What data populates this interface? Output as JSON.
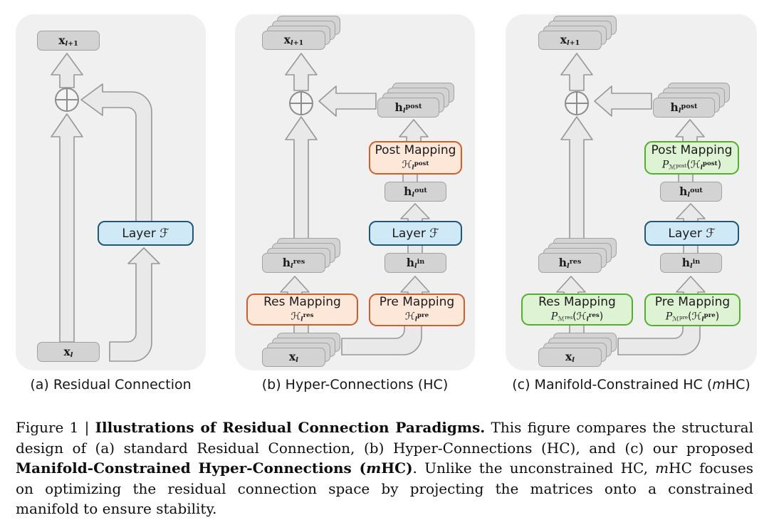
{
  "figure": {
    "subcaptions": {
      "a": [
        {
          "t": "(a) Residual Connection"
        }
      ],
      "b": [
        {
          "t": "(b) Hyper-Connections (HC)"
        }
      ],
      "c": [
        {
          "t": "(c) Manifold-Constrained HC ("
        },
        {
          "t": "m",
          "c": "it"
        },
        {
          "t": "HC)"
        }
      ]
    },
    "panels": {
      "a": {
        "x_next": [
          {
            "t": "x",
            "c": "m"
          },
          {
            "t": "l",
            "c": "subi"
          },
          {
            "t": "+1",
            "c": "sub"
          }
        ],
        "layer": [
          {
            "t": "Layer ",
            "c": "t"
          },
          {
            "t": "ℱ",
            "c": "cal"
          }
        ],
        "x_l": [
          {
            "t": "x",
            "c": "m"
          },
          {
            "t": "l",
            "c": "subi"
          }
        ]
      },
      "b": {
        "x_next": [
          {
            "t": "x",
            "c": "m"
          },
          {
            "t": "l",
            "c": "subi"
          },
          {
            "t": "+1",
            "c": "sub"
          }
        ],
        "h_post": [
          {
            "t": "h",
            "c": "m"
          },
          {
            "t": "l",
            "c": "subi"
          },
          {
            "t": "post",
            "c": "sup"
          }
        ],
        "post_title": "Post Mapping",
        "post_formula": [
          {
            "t": "ℋ",
            "c": "cal"
          },
          {
            "t": "l",
            "c": "subi"
          },
          {
            "t": "post",
            "c": "sup"
          }
        ],
        "h_out": [
          {
            "t": "h",
            "c": "m"
          },
          {
            "t": "l",
            "c": "subi"
          },
          {
            "t": "out",
            "c": "sup"
          }
        ],
        "layer": [
          {
            "t": "Layer ",
            "c": "t"
          },
          {
            "t": "ℱ",
            "c": "cal"
          }
        ],
        "h_in": [
          {
            "t": "h",
            "c": "m"
          },
          {
            "t": "l",
            "c": "subi"
          },
          {
            "t": "in",
            "c": "sup"
          }
        ],
        "pre_title": "Pre Mapping",
        "pre_formula": [
          {
            "t": "ℋ",
            "c": "cal"
          },
          {
            "t": "l",
            "c": "subi"
          },
          {
            "t": "pre",
            "c": "sup"
          }
        ],
        "h_res": [
          {
            "t": "h",
            "c": "m"
          },
          {
            "t": "l",
            "c": "subi"
          },
          {
            "t": "res",
            "c": "sup"
          }
        ],
        "res_title": "Res Mapping",
        "res_formula": [
          {
            "t": "ℋ",
            "c": "cal"
          },
          {
            "t": "l",
            "c": "subi"
          },
          {
            "t": "res",
            "c": "sup"
          }
        ],
        "x_l": [
          {
            "t": "x",
            "c": "m"
          },
          {
            "t": "l",
            "c": "subi"
          }
        ]
      },
      "c": {
        "x_next": [
          {
            "t": "x",
            "c": "m"
          },
          {
            "t": "l",
            "c": "subi"
          },
          {
            "t": "+1",
            "c": "sub"
          }
        ],
        "h_post": [
          {
            "t": "h",
            "c": "m"
          },
          {
            "t": "l",
            "c": "subi"
          },
          {
            "t": "post",
            "c": "sup"
          }
        ],
        "post_title": "Post Mapping",
        "post_formula": [
          {
            "t": "P",
            "c": "calP"
          },
          {
            "t": "ℳ",
            "c": "subcal"
          },
          {
            "t": "post",
            "c": "sub2"
          },
          {
            "t": "(",
            "c": "t"
          },
          {
            "t": "ℋ",
            "c": "cal"
          },
          {
            "t": "l",
            "c": "subi"
          },
          {
            "t": "post",
            "c": "sup"
          },
          {
            "t": ")",
            "c": "t"
          }
        ],
        "h_out": [
          {
            "t": "h",
            "c": "m"
          },
          {
            "t": "l",
            "c": "subi"
          },
          {
            "t": "out",
            "c": "sup"
          }
        ],
        "layer": [
          {
            "t": "Layer ",
            "c": "t"
          },
          {
            "t": "ℱ",
            "c": "cal"
          }
        ],
        "h_in": [
          {
            "t": "h",
            "c": "m"
          },
          {
            "t": "l",
            "c": "subi"
          },
          {
            "t": "in",
            "c": "sup"
          }
        ],
        "pre_title": "Pre Mapping",
        "pre_formula": [
          {
            "t": "P",
            "c": "calP"
          },
          {
            "t": "ℳ",
            "c": "subcal"
          },
          {
            "t": "pre",
            "c": "sub2"
          },
          {
            "t": "(",
            "c": "t"
          },
          {
            "t": "ℋ",
            "c": "cal"
          },
          {
            "t": "l",
            "c": "subi"
          },
          {
            "t": "pre",
            "c": "sup"
          },
          {
            "t": ")",
            "c": "t"
          }
        ],
        "h_res": [
          {
            "t": "h",
            "c": "m"
          },
          {
            "t": "l",
            "c": "subi"
          },
          {
            "t": "res",
            "c": "sup"
          }
        ],
        "res_title": "Res Mapping",
        "res_formula": [
          {
            "t": "P",
            "c": "calP"
          },
          {
            "t": "ℳ",
            "c": "subcal"
          },
          {
            "t": "res",
            "c": "sub2"
          },
          {
            "t": "(",
            "c": "t"
          },
          {
            "t": "ℋ",
            "c": "cal"
          },
          {
            "t": "l",
            "c": "subi"
          },
          {
            "t": "res",
            "c": "sup"
          },
          {
            "t": ")",
            "c": "t"
          }
        ],
        "x_l": [
          {
            "t": "x",
            "c": "m"
          },
          {
            "t": "l",
            "c": "subi"
          }
        ]
      }
    },
    "caption": {
      "lines": [
        [
          {
            "t": "Figure 1 | "
          },
          {
            "t": "Illustrations of Residual Connection Paradigms.",
            "c": "b"
          },
          {
            "t": " This figure compares the structural"
          }
        ],
        [
          {
            "t": "design of (a) standard Residual Connection, (b) Hyper-Connections (HC), and (c) our proposed"
          }
        ],
        [
          {
            "t": "Manifold-Constrained Hyper-Connections",
            "c": "b"
          },
          {
            "t": " (",
            "c": "b"
          },
          {
            "t": "m",
            "c": "bi"
          },
          {
            "t": "HC)",
            "c": "b"
          },
          {
            "t": ". Unlike the unconstrained HC, "
          },
          {
            "t": "m",
            "c": "it"
          },
          {
            "t": "HC focuses"
          }
        ],
        [
          {
            "t": "on optimizing the residual connection space by projecting the matrices onto a constrained"
          }
        ],
        [
          {
            "t": "manifold to ensure stability."
          }
        ]
      ]
    },
    "colors": {
      "panel_bg": "#f0f0f0",
      "card_bg": "#d3d3d3",
      "card_border": "#a2a2a2",
      "arrow_fill": "#e9e9e9",
      "arrow_stroke": "#979797",
      "orange_bg": "#fce7d9",
      "orange_border": "#cc5f2d",
      "green_bg": "#def3d3",
      "green_border": "#54ae2f",
      "blue_bg": "#cfe9f7",
      "blue_border": "#215876",
      "text": "#1b1b1b"
    }
  }
}
